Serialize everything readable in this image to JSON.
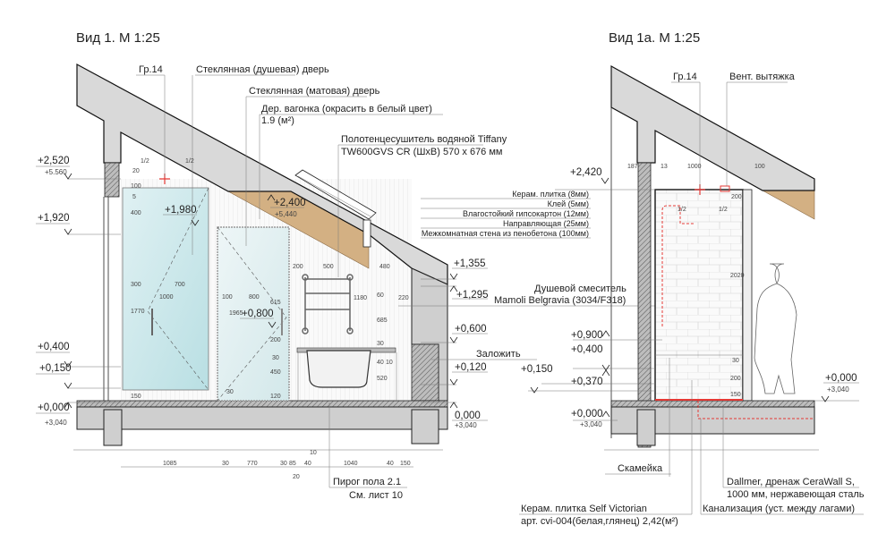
{
  "view1": {
    "title": "Вид 1. М 1:25",
    "labels": {
      "gr14": "Гр.14",
      "shower_door": "Стеклянная (душевая) дверь",
      "matte_door": "Стеклянная (матовая) дверь",
      "wood_panel": "Дер. вагонка (окрасить в белый цвет)",
      "wood_area": "1.9 (м²)",
      "towel_1": "Полотенцесушитель водяной Tiffany",
      "towel_2": "TW600GVS CR (ШхВ) 570 x 676 мм",
      "mixer_1": "Душевой смеситель",
      "mixer_2": "Mamoli Belgravia (3034/F318)",
      "lay_in": "Заложить",
      "floor_1": "Пирог пола 2.1",
      "floor_2": "См. лист 10"
    },
    "layers": [
      "Керам. плитка (8мм)",
      "Клей (5мм)",
      "Влагостойкий гипсокартон (12мм)",
      "Направляющая (25мм)",
      "Межкомнатная стена из пенобетона (100мм)"
    ],
    "levels_left": [
      {
        "v": "+2,520",
        "s": "+5.560"
      },
      {
        "v": "+1,920"
      },
      {
        "v": "+0,400"
      },
      {
        "v": "+0,150"
      },
      {
        "v": "+0,000",
        "s": "+3,040"
      }
    ],
    "levels_right": [
      {
        "v": "+1,355"
      },
      {
        "v": "+1,295"
      },
      {
        "v": "+0,600"
      },
      {
        "v": "+0,120"
      },
      {
        "v": "0,000",
        "s": "+3,040"
      }
    ],
    "levels_inner": [
      {
        "v": "+1,980"
      },
      {
        "v": "+2,400",
        "s": "+5,440"
      },
      {
        "v": "+0,800"
      }
    ],
    "bottom_dims": [
      "1085",
      "30",
      "770",
      "30",
      "85",
      "10",
      "40",
      "1040",
      "40",
      "150",
      "20"
    ],
    "inner_dims": [
      "1/2",
      "1/2",
      "20",
      "100",
      "5",
      "400",
      "300",
      "700",
      "1000",
      "1770",
      "100",
      "800",
      "1965",
      "615",
      "200",
      "500",
      "480",
      "1180",
      "60",
      "220",
      "685",
      "30",
      "40",
      "10",
      "520",
      "200",
      "30",
      "450",
      "120",
      "150",
      "30"
    ]
  },
  "view1a": {
    "title": "Вид 1а. М 1:25",
    "labels": {
      "gr14": "Гр.14",
      "vent": "Вент. вытяжка",
      "bench": "Скамейка",
      "drain_1": "Dallmer, дренаж CeraWall S,",
      "drain_2": "1000 мм, нержавеющая сталь",
      "tile_1": "Керам. плитка Self Victorian",
      "tile_2": "арт. cvi-004(белая,глянец) 2,42(м²)",
      "sewer": "Канализация (уст. между лагами)"
    },
    "levels": [
      {
        "v": "+2,420"
      },
      {
        "v": "+0,900"
      },
      {
        "v": "+0,400"
      },
      {
        "v": "+0,150"
      },
      {
        "v": "+0,370"
      },
      {
        "v": "+0,000",
        "s": "+3,040"
      },
      {
        "v": "+0,000",
        "s": "+3,040"
      }
    ],
    "dims": [
      "187",
      "13",
      "1000",
      "100",
      "200",
      "1/2",
      "1/2",
      "2020",
      "30",
      "200",
      "150"
    ]
  },
  "colors": {
    "glass": "#cfe9ec",
    "wood": "#d3b083",
    "red": "#e53935"
  }
}
